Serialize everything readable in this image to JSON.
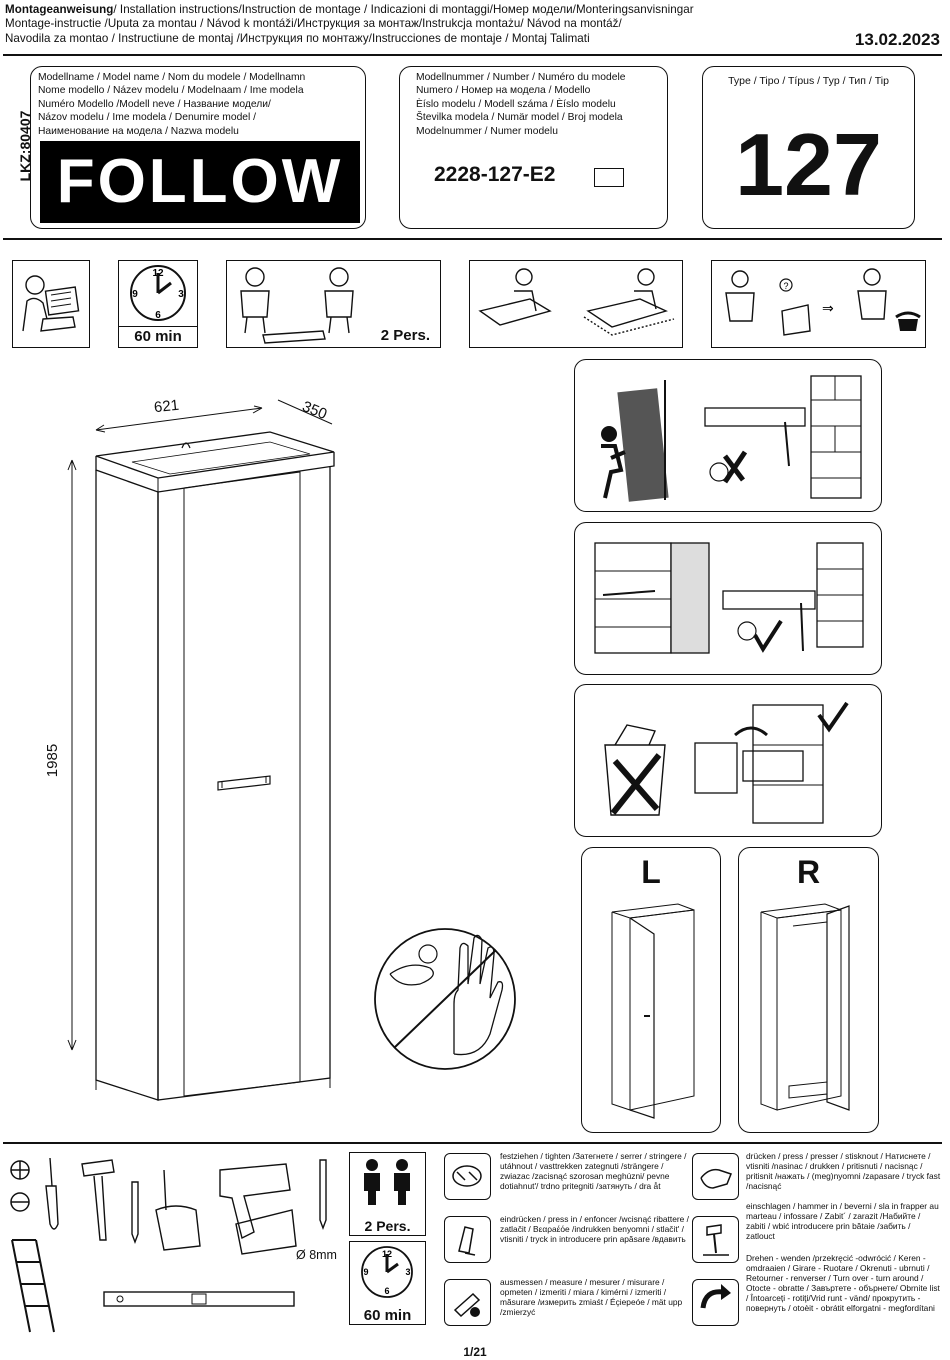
{
  "header": {
    "line1_bold": "Montageanweisung",
    "line1_rest": "/ Installation instructions/Instruction de montage / Indicazioni di montaggi/Номер модели/Monteringsanvisningar",
    "line2": "Montage-instructie /Uputa za montau / Návod k montáži/Инструкция за монтаж/Instrukcja montażu/ Návod na montáž/",
    "line3": "Navodila za montao / Instructiune de montaj /Инструкция по монтажу/Instrucciones de montaje / Montaj Talimati",
    "date": "13.02.2023"
  },
  "lkz": "LKZ:80407",
  "model_name": {
    "labels": [
      "Modellname / Model name / Nom du modele / Modellnamn",
      "Nome modello / Název modelu / Modelnaam / Ime modela",
      "Numéro Modello /Modell neve / Название модели/",
      "Názov modelu / Ime modela / Denumire model /",
      "Наименование на модела / Nazwa modelu"
    ],
    "name": "FOLLOW"
  },
  "model_number": {
    "labels": [
      "Modellnummer / Number / Numéro du modele",
      "Numero / Номер на модела / Modello",
      "Èíslo modelu / Modell száma / Èíslo modelu",
      "Številka modela / Numär model / Broj modela",
      "Modelnummer / Numer modelu"
    ],
    "number": "2228-127-E2"
  },
  "type": {
    "label": "Type / Tipo / Típus / Typ / Тип / Tip",
    "value": "127"
  },
  "icons_row": {
    "time": "60 min",
    "persons": "2 Pers.",
    "clock_numbers": [
      "12",
      "3",
      "6",
      "9"
    ]
  },
  "dimensions": {
    "width": "621",
    "depth": "350",
    "height": "1985"
  },
  "hinge_options": {
    "left": "L",
    "right": "R"
  },
  "tools": {
    "drill_size": "Ø 8mm",
    "persons": "2 Pers.",
    "time": "60 min"
  },
  "legend": {
    "tighten": "festziehen / tighten /Затегнете / serrer / stringere / utáhnout / vasttrekken zategnuti /strängere / zwiazac /zacisnąć szorosan meghúzni/ pevne dotiahnut'/ trdno pritegniti /затянуть / dra åt",
    "press_in": "eindrücken / press in / enfoncer /wcisnąć ribattere / zatlačit / Βεαρaέόe /indrukken benyomni / stlačit' / vtisniti / tryck in introducere prin apăsare /вдавить",
    "measure": "ausmessen / measure / mesurer / misurare / opmeten / izmeriti / miara / kimérni / izmeriti / măsurare /измерить zmiaśt / Éçiepeóe / mät upp /zmierzyć",
    "press": "drücken / press / presser / stisknout / Натиснете / vtisniti /nasinac / drukken / pritisnuti / nacisnąc / pritisnit /нажать / (meg)nyomni /zapasare / tryck fast /nacisnąć",
    "hammer": "einschlagen / hammer in / beverni / sla in frapper au marteau / infossare / Zabit´ / zarazit /Набийте / zabiti / wbić introducere prin bătaie /забить / zatlouct",
    "turn": "Drehen - wenden /przekręcić -odwrócić / Keren - omdraaien / Girare - Ruotare / Okrenuti - ubrnuti / Retourner - renverser / Turn over - turn around / Otocte - obratte / Завъртете - обърнете/ Obrnite list / Întoarceți - rotiţi/Vrid runt - vänd/ прокрутить - повернуть / otoèit - obrátit elforgatni - megfordítani"
  },
  "page_number": "1/21"
}
